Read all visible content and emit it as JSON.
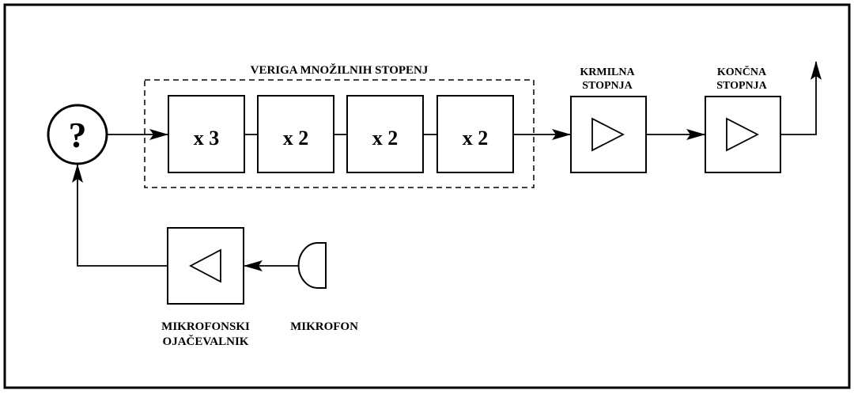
{
  "diagram": {
    "chain_label": "VERIGA MNOŽILNIH STOPENJ",
    "multipliers": [
      "x 3",
      "x 2",
      "x 2",
      "x 2"
    ],
    "source_symbol": "?",
    "driver_label": [
      "KRMILNA",
      "STOPNJA"
    ],
    "final_label": [
      "KONČNA",
      "STOPNJA"
    ],
    "mic_amp_label": [
      "MIKROFONSKI",
      "OJAČEVALNIK"
    ],
    "mic_label": "MIKROFON"
  }
}
